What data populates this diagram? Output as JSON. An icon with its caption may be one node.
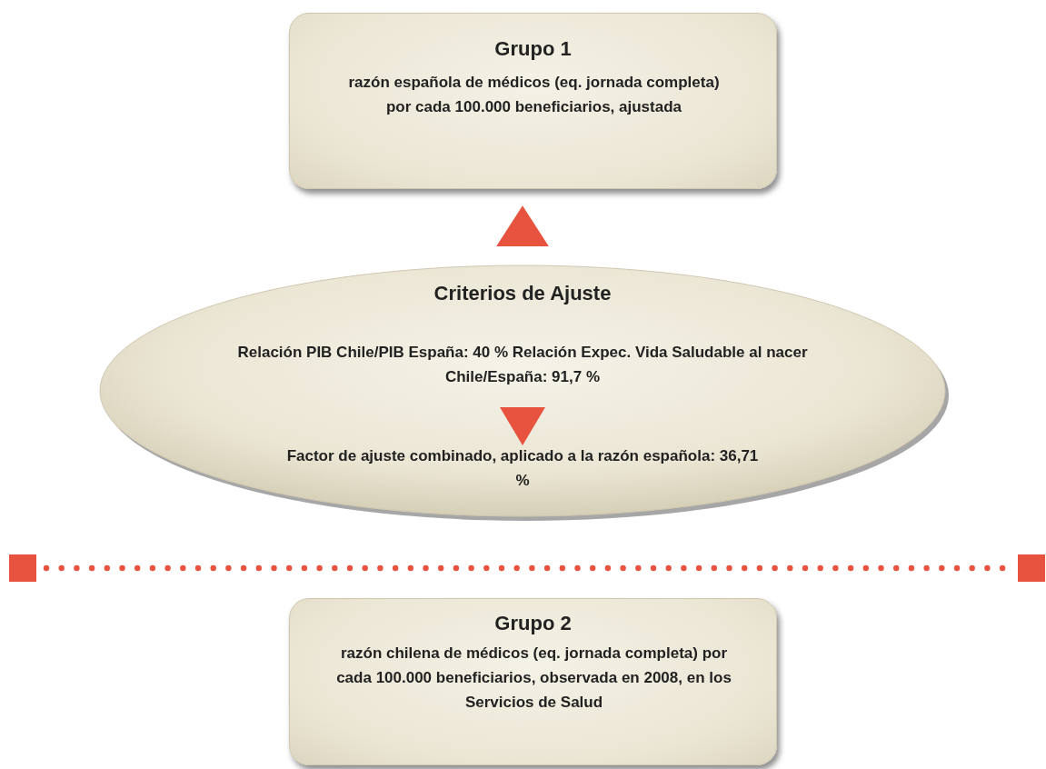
{
  "diagram": {
    "nodes": [
      {
        "text": [
          "Grupo 1",
          "razón española de médicos (eq. jornada completa) por  cada 100.000 beneficiarios, ajustada"
        ]
      },
      {
        "text": [
          "Criterios de Ajuste",
          "Relación PIB Chile/PIB España: 40 % Relación Expec. Vida Saludable al nacer Chile/España: 91,7 %",
          "Factor de ajuste combinado, aplicado a la razón española: 36,71 %"
        ]
      },
      {
        "text": [
          "Grupo 2",
          "razón chilena de médicos (eq. jornada completa) por  cada 100.000 beneficiarios, observada en 2008, en los Servicios de Salud"
        ]
      }
    ],
    "edges": [
      {
        "from": 1,
        "to": 0,
        "arrow": "to"
      }
    ]
  }
}
